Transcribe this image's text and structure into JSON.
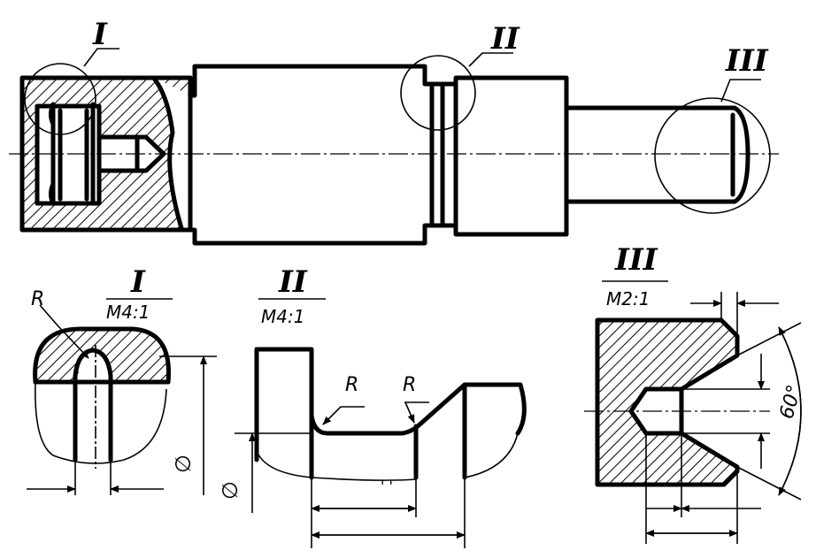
{
  "views": {
    "detail_1": {
      "marker": "I",
      "scale": "M4:1",
      "radius_label": "R",
      "diameter_label": "∅"
    },
    "detail_2": {
      "marker": "II",
      "scale": "M4:1",
      "radius_label_1": "R",
      "radius_label_2": "R",
      "diameter_label": "∅"
    },
    "detail_3": {
      "marker": "III",
      "scale": "M2:1",
      "angle_label": "60°"
    }
  },
  "colors": {
    "ink": "#000000",
    "paper": "#ffffff"
  }
}
